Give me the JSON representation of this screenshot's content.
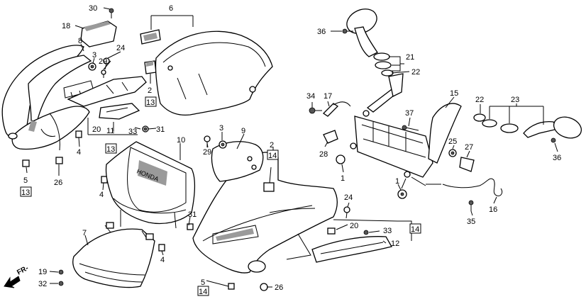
{
  "direction_label": "FR-",
  "callouts": [
    {
      "id": "c30",
      "text": "30"
    },
    {
      "id": "c6",
      "text": "6"
    },
    {
      "id": "c18",
      "text": "18"
    },
    {
      "id": "c8",
      "text": "8"
    },
    {
      "id": "c3a",
      "text": "3"
    },
    {
      "id": "c24a",
      "text": "24"
    },
    {
      "id": "c29a",
      "text": "29"
    },
    {
      "id": "c2a",
      "text": "2"
    },
    {
      "id": "c13a",
      "text": "13"
    },
    {
      "id": "c20a",
      "text": "20"
    },
    {
      "id": "c11",
      "text": "11"
    },
    {
      "id": "c33a",
      "text": "33"
    },
    {
      "id": "c31a",
      "text": "31"
    },
    {
      "id": "c4a",
      "text": "4"
    },
    {
      "id": "c13b",
      "text": "13"
    },
    {
      "id": "c10",
      "text": "10"
    },
    {
      "id": "c29b",
      "text": "29"
    },
    {
      "id": "c3b",
      "text": "3"
    },
    {
      "id": "c9",
      "text": "9"
    },
    {
      "id": "c2b",
      "text": "2"
    },
    {
      "id": "c14a",
      "text": "14"
    },
    {
      "id": "c5a",
      "text": "5"
    },
    {
      "id": "c13c",
      "text": "13"
    },
    {
      "id": "c26a",
      "text": "26"
    },
    {
      "id": "c4b",
      "text": "4"
    },
    {
      "id": "c31b",
      "text": "31"
    },
    {
      "id": "c7",
      "text": "7"
    },
    {
      "id": "c4c",
      "text": "4"
    },
    {
      "id": "c19",
      "text": "19"
    },
    {
      "id": "c32",
      "text": "32"
    },
    {
      "id": "c5b",
      "text": "5"
    },
    {
      "id": "c14b",
      "text": "14"
    },
    {
      "id": "c26b",
      "text": "26"
    },
    {
      "id": "c36a",
      "text": "36"
    },
    {
      "id": "c21",
      "text": "21"
    },
    {
      "id": "c22a",
      "text": "22"
    },
    {
      "id": "c34",
      "text": "34"
    },
    {
      "id": "c17",
      "text": "17"
    },
    {
      "id": "c15",
      "text": "15"
    },
    {
      "id": "c22b",
      "text": "22"
    },
    {
      "id": "c23",
      "text": "23"
    },
    {
      "id": "c37",
      "text": "37"
    },
    {
      "id": "c28",
      "text": "28"
    },
    {
      "id": "c25",
      "text": "25"
    },
    {
      "id": "c27",
      "text": "27"
    },
    {
      "id": "c36b",
      "text": "36"
    },
    {
      "id": "c1a",
      "text": "1"
    },
    {
      "id": "c1b",
      "text": "1"
    },
    {
      "id": "c24b",
      "text": "24"
    },
    {
      "id": "c16",
      "text": "16"
    },
    {
      "id": "c35",
      "text": "35"
    },
    {
      "id": "c20b",
      "text": "20"
    },
    {
      "id": "c33b",
      "text": "33"
    },
    {
      "id": "c14c",
      "text": "14"
    },
    {
      "id": "c12",
      "text": "12"
    }
  ]
}
